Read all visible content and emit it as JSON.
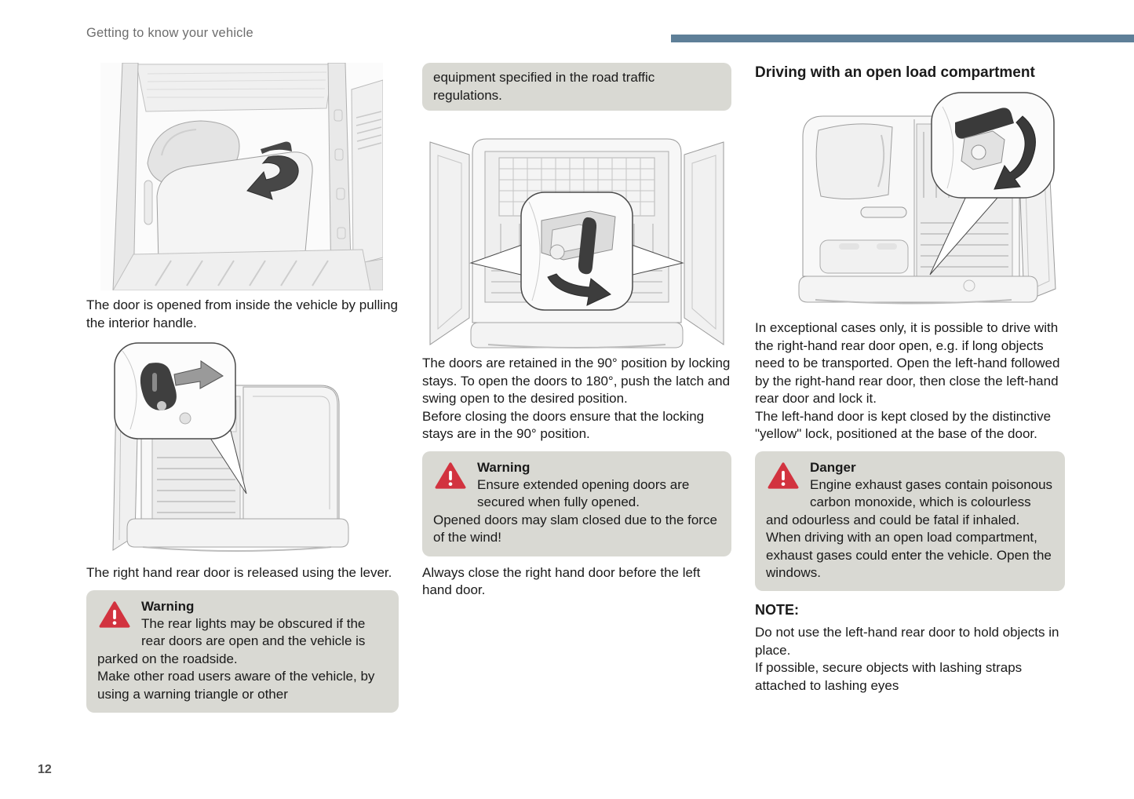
{
  "header": {
    "title": "Getting to know your vehicle"
  },
  "footer": {
    "page_number": "12"
  },
  "colors": {
    "accent_bar": "#5e7f98",
    "box_background": "#d9d9d3",
    "warning_red": "#d2333f",
    "header_gray": "#6d6d6d",
    "body_text": "#1a1a1a"
  },
  "icons": {
    "warning": "warning-triangle-icon",
    "danger": "danger-triangle-icon"
  },
  "illustrations": {
    "img1": "interior view of rear door panel with dark curved pull-handle arrow",
    "img2": "rear of van with left door open and callout bubble showing release lever with arrow",
    "img3": "rear of van with both doors open at 90 degrees and callout showing locking stay latch with curved arrow",
    "img4": "rear of van with right door open and callout bubble showing yellow lock with curved arrow"
  },
  "left_column": {
    "caption1": "The door is opened from inside the vehicle by pulling the interior handle.",
    "caption2": "The right hand rear door is released using the lever.",
    "warning": {
      "title": "Warning",
      "lines": [
        "The rear lights may be obscured if the rear doors are open and the vehicle is parked on the roadside.",
        "Make other road users aware of the vehicle, by using a warning triangle or other"
      ]
    }
  },
  "middle_column": {
    "continuation": "equipment specified in the road traffic regulations.",
    "body": [
      "The doors are retained in the 90° position by locking stays. To open the doors to 180°, push the latch and swing open to the desired position.",
      "Before closing the doors ensure that the locking stays are in the 90° position."
    ],
    "warning": {
      "title": "Warning",
      "lines": [
        "Ensure extended opening doors are secured when fully opened.",
        "Opened doors may slam closed due to the force of the wind!"
      ]
    },
    "footer": "Always close the right hand door before the left hand door."
  },
  "right_column": {
    "heading": "Driving with an open load compartment",
    "body": [
      "In exceptional cases only, it is possible to drive with the right-hand rear door open, e.g. if long objects need to be transported. Open the left-hand followed by the right-hand rear door, then close the left-hand rear door and lock it.",
      "The left-hand door is kept closed by the distinctive \"yellow\" lock, positioned at the base of the door."
    ],
    "danger": {
      "title": "Danger",
      "lines": [
        "Engine exhaust gases contain poisonous carbon monoxide, which is colourless and odourless and could be fatal if inhaled.",
        "When driving with an open load compartment, exhaust gases could enter the vehicle. Open the windows."
      ]
    },
    "note_title": "NOTE:",
    "note_lines": [
      "Do not use the left-hand rear door to hold objects in place.",
      "If possible, secure objects with lashing straps attached to lashing eyes"
    ]
  }
}
